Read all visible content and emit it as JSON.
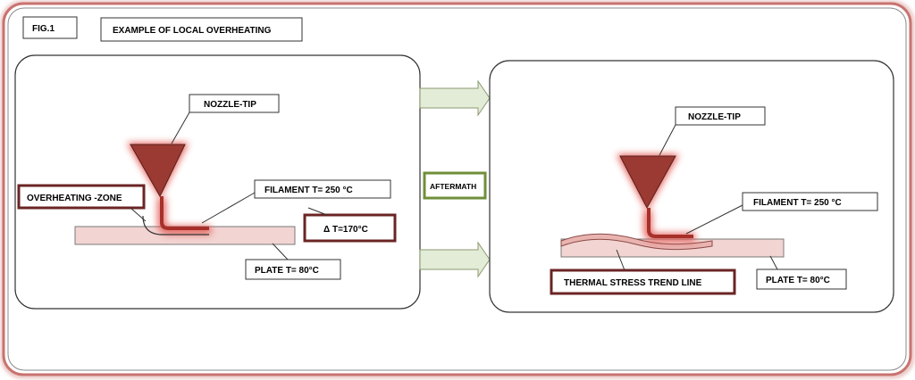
{
  "figure": {
    "label": "FIG.1",
    "title": "EXAMPLE OF LOCAL OVERHEATING"
  },
  "transition": {
    "label": "AFTERMATH"
  },
  "before": {
    "nozzle_label": "NOZZLE-TIP",
    "filament_label": "FILAMENT T= 250 °C",
    "overheating_label": "OVERHEATING -ZONE",
    "delta_label": "Δ T=170°C",
    "plate_label": "PLATE T= 80°C"
  },
  "after": {
    "nozzle_label": "NOZZLE-TIP",
    "filament_label": "FILAMENT T= 250 °C",
    "stress_label": "THERMAL STRESS TREND LINE",
    "plate_label": "PLATE T= 80°C"
  },
  "colors": {
    "frame_border": "#c9736f",
    "nozzle_fill": "#9a3a32",
    "glow": "#e0504a",
    "plate_fill": "#f2d4d2",
    "dark_red_box": "#6b2424",
    "green_box": "#6f8f3a",
    "arrow_fill": "#e3ecd7",
    "arrow_stroke": "#8a9a70"
  }
}
